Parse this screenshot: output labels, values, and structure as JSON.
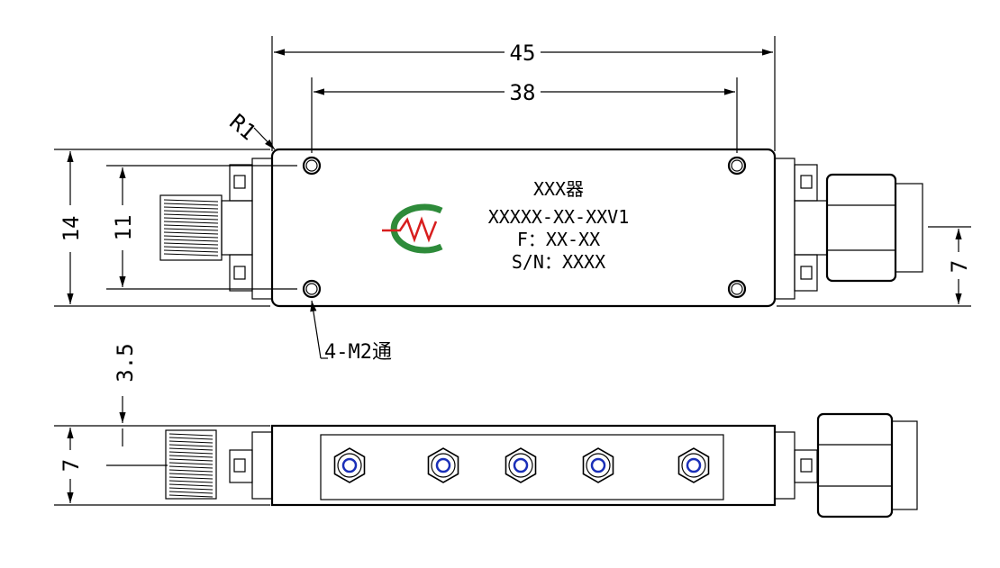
{
  "top_view": {
    "label_lines": [
      "XXX器",
      "XXXXX-XX-XXV1",
      "F：XX-XX",
      "S/N：XXXX"
    ],
    "dims": {
      "overall_length": "45",
      "hole_spacing": "38",
      "body_height": "14",
      "hole_height": "11",
      "connector_center": "7",
      "corner_radius": "R1",
      "mount_holes": "4-M2通"
    }
  },
  "side_view": {
    "dims": {
      "thickness": "7",
      "connector_offset": "3.5"
    }
  },
  "logo": {
    "colors": {
      "ring": "#2e8b3a",
      "wave": "#d81e1e"
    }
  },
  "screw_color": "#1a2fb8"
}
